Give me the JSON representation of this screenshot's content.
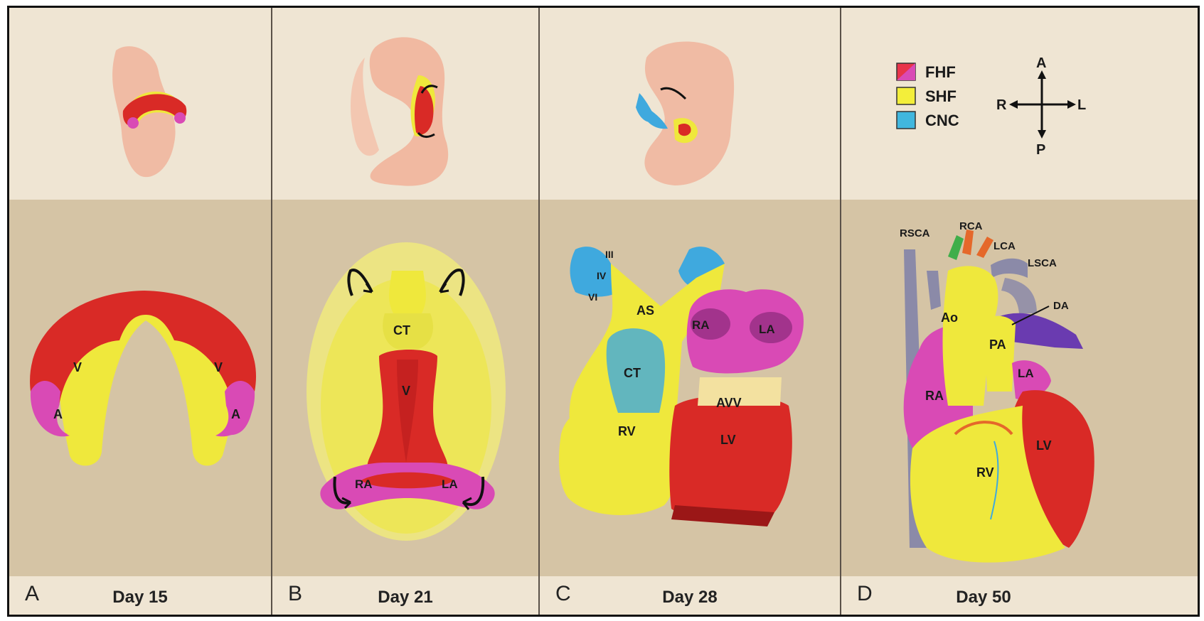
{
  "panels": [
    {
      "letter": "A",
      "day": "Day 15",
      "labels": {
        "v_left": "V",
        "v_right": "V",
        "a_left": "A",
        "a_right": "A"
      }
    },
    {
      "letter": "B",
      "day": "Day 21",
      "labels": {
        "ct": "CT",
        "v": "V",
        "ra": "RA",
        "la": "LA"
      }
    },
    {
      "letter": "C",
      "day": "Day 28",
      "labels": {
        "iii": "III",
        "iv": "IV",
        "vi": "VI",
        "as": "AS",
        "ra": "RA",
        "la": "LA",
        "ct": "CT",
        "avv": "AVV",
        "rv": "RV",
        "lv": "LV"
      }
    },
    {
      "letter": "D",
      "day": "Day 50",
      "labels": {
        "rsca": "RSCA",
        "rca": "RCA",
        "lca": "LCA",
        "lsca": "LSCA",
        "da": "DA",
        "ao": "Ao",
        "pa": "PA",
        "la": "LA",
        "ra": "RA",
        "lv": "LV",
        "rv": "RV"
      }
    }
  ],
  "legend": {
    "items": [
      {
        "label": "FHF",
        "color": "#e8344a"
      },
      {
        "label": "SHF",
        "color": "#f3ee3a"
      },
      {
        "label": "CNC",
        "color": "#41b7de"
      }
    ],
    "axes": {
      "a": "A",
      "p": "P",
      "r": "R",
      "l": "L"
    }
  },
  "colors": {
    "fhf_red": "#d92a26",
    "fhf_pink": "#d94ab5",
    "shf_yellow": "#efe83c",
    "cnc_blue": "#3fa9de",
    "embryo": "#f0b69e",
    "vessel_gray": "#8b8aa8",
    "vessel_purple": "#6a3bb0",
    "artery_orange": "#e5682a",
    "artery_green": "#3fae4a"
  }
}
